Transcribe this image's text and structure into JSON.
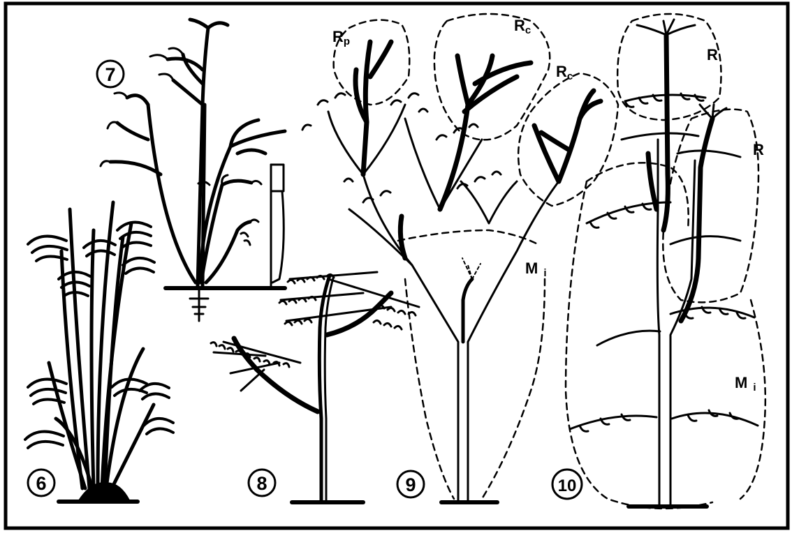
{
  "figure": {
    "panels": [
      {
        "id": "6",
        "label": "6"
      },
      {
        "id": "7",
        "label": "7"
      },
      {
        "id": "8",
        "label": "8"
      },
      {
        "id": "9",
        "label": "9"
      },
      {
        "id": "10",
        "label": "10"
      }
    ],
    "zone_labels": {
      "rp": {
        "main": "R",
        "sub": "p"
      },
      "rc1": {
        "main": "R",
        "sub": "c"
      },
      "rc2": {
        "main": "R",
        "sub": "c"
      },
      "mi9": {
        "main": "M",
        "sub": "i"
      },
      "r10a": {
        "main": "R",
        "sub": ""
      },
      "r10b": {
        "main": "R",
        "sub": ""
      },
      "mi10": {
        "main": "M",
        "sub": "i"
      }
    },
    "colors": {
      "ink": "#000000",
      "background": "#ffffff"
    }
  }
}
